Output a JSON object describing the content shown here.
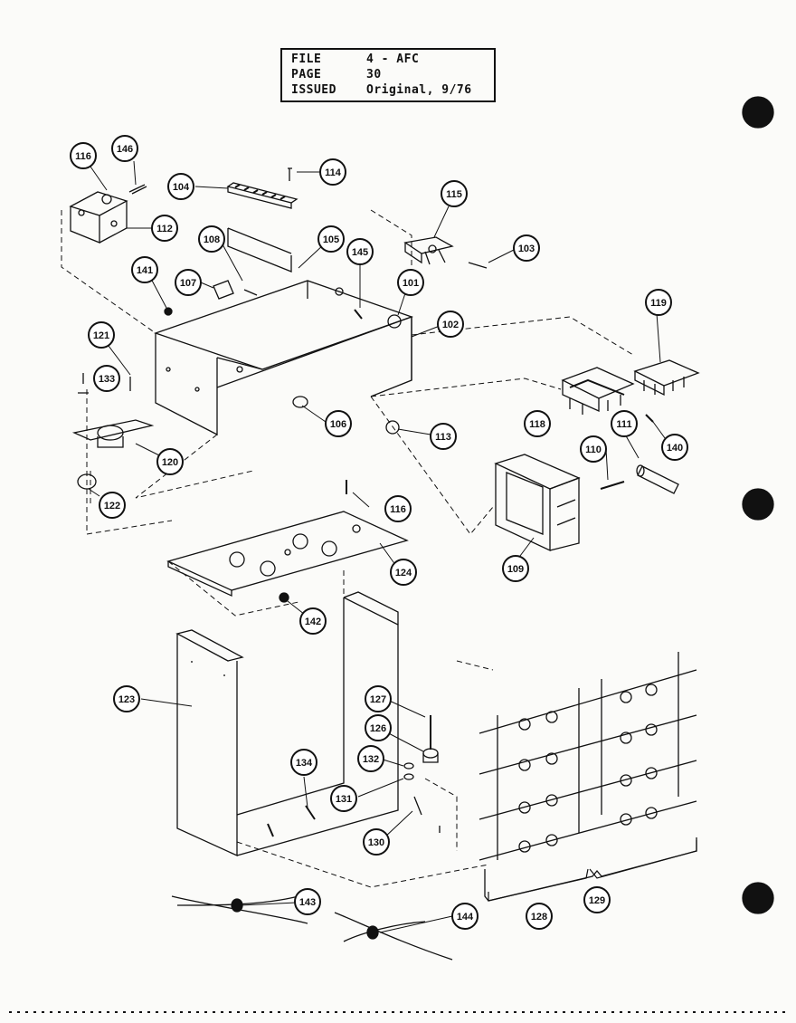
{
  "title_block": {
    "rows": [
      {
        "label": "FILE",
        "value": "4 - AFC"
      },
      {
        "label": "PAGE",
        "value": "30"
      },
      {
        "label": "ISSUED",
        "value": "Original, 9/76"
      }
    ]
  },
  "callouts": [
    {
      "id": "c116",
      "label": "116"
    },
    {
      "id": "c146",
      "label": "146"
    },
    {
      "id": "c112",
      "label": "112"
    },
    {
      "id": "c104",
      "label": "104"
    },
    {
      "id": "c114",
      "label": "114"
    },
    {
      "id": "c115",
      "label": "115"
    },
    {
      "id": "c103",
      "label": "103"
    },
    {
      "id": "c108",
      "label": "108"
    },
    {
      "id": "c105",
      "label": "105"
    },
    {
      "id": "c145",
      "label": "145"
    },
    {
      "id": "c101",
      "label": "101"
    },
    {
      "id": "c107",
      "label": "107"
    },
    {
      "id": "c141",
      "label": "141"
    },
    {
      "id": "c102",
      "label": "102"
    },
    {
      "id": "c119",
      "label": "119"
    },
    {
      "id": "c121",
      "label": "121"
    },
    {
      "id": "c133",
      "label": "133"
    },
    {
      "id": "c118",
      "label": "118"
    },
    {
      "id": "c111",
      "label": "111"
    },
    {
      "id": "c106",
      "label": "106"
    },
    {
      "id": "c113",
      "label": "113"
    },
    {
      "id": "c140",
      "label": "140"
    },
    {
      "id": "c120",
      "label": "120"
    },
    {
      "id": "c110",
      "label": "110"
    },
    {
      "id": "c122",
      "label": "122"
    },
    {
      "id": "c116b",
      "label": "116"
    },
    {
      "id": "c109",
      "label": "109"
    },
    {
      "id": "c124",
      "label": "124"
    },
    {
      "id": "c142",
      "label": "142"
    },
    {
      "id": "c123",
      "label": "123"
    },
    {
      "id": "c127",
      "label": "127"
    },
    {
      "id": "c126",
      "label": "126"
    },
    {
      "id": "c134",
      "label": "134"
    },
    {
      "id": "c132",
      "label": "132"
    },
    {
      "id": "c131",
      "label": "131"
    },
    {
      "id": "c130",
      "label": "130"
    },
    {
      "id": "c128",
      "label": "128"
    },
    {
      "id": "c129",
      "label": "129"
    },
    {
      "id": "c143",
      "label": "143"
    },
    {
      "id": "c144",
      "label": "144"
    }
  ]
}
